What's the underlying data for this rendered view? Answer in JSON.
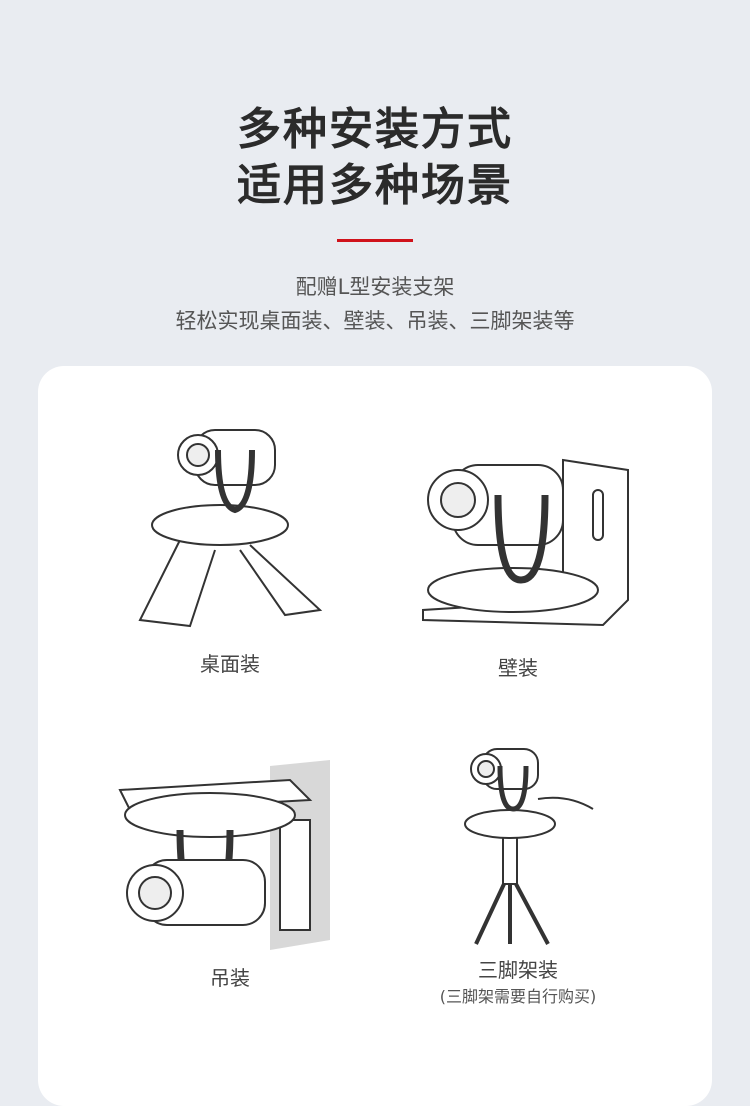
{
  "header": {
    "title_line1": "多种安装方式",
    "title_line2": "适用多种场景",
    "accent_color": "#d0121b",
    "subtitle_line1": "配赠L型安装支架",
    "subtitle_line2": "轻松实现桌面装、壁装、吊装、三脚架装等"
  },
  "mounts": [
    {
      "label": "桌面装",
      "icon": "desk-mount-illustration"
    },
    {
      "label": "壁装",
      "icon": "wall-mount-illustration"
    },
    {
      "label": "吊装",
      "icon": "ceiling-mount-illustration"
    },
    {
      "label": "三脚架装",
      "note": "(三脚架需要自行购买)",
      "icon": "tripod-mount-illustration"
    }
  ]
}
